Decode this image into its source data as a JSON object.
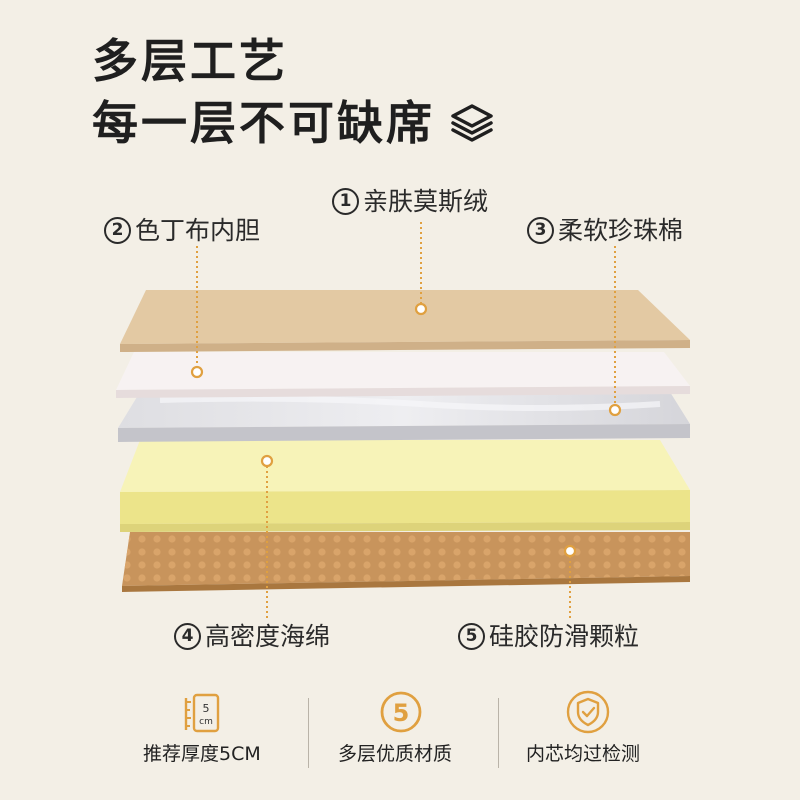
{
  "headline": {
    "line1": "多层工艺",
    "line2": "每一层不可缺席",
    "icon": "stacked-layers-icon"
  },
  "layers": [
    {
      "num": "1",
      "name": "亲肤莫斯绒",
      "color": "#e3c9a3"
    },
    {
      "num": "2",
      "name": "色丁布内胆",
      "color": "#f4eeee"
    },
    {
      "num": "3",
      "name": "柔软珍珠棉",
      "color": "#d6d6da"
    },
    {
      "num": "4",
      "name": "高密度海绵",
      "color": "#f5f0a8"
    },
    {
      "num": "5",
      "name": "硅胶防滑颗粒",
      "color": "#c8945c"
    }
  ],
  "accent": "#e0a040",
  "features": [
    {
      "label": "推荐厚度5CM",
      "icon": "thickness-ruler-icon",
      "icon_text": "5 cm"
    },
    {
      "label": "多层优质材质",
      "icon": "five-layers-icon",
      "icon_text": "5"
    },
    {
      "label": "内芯均过检测",
      "icon": "shield-check-icon"
    }
  ]
}
